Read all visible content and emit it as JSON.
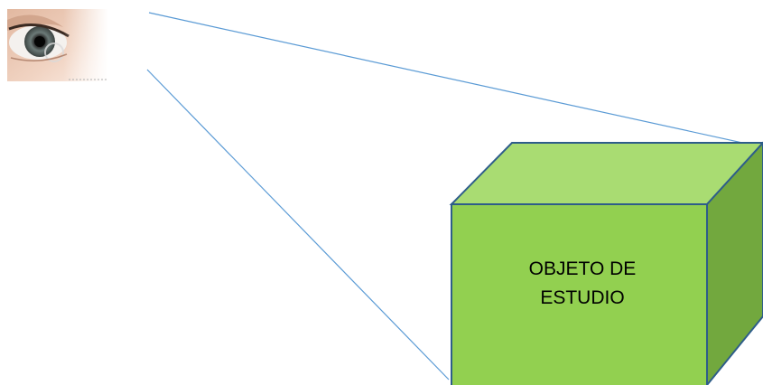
{
  "diagram": {
    "cube": {
      "label_line1": "OBJETO DE",
      "label_line2": "ESTUDIO",
      "front_color": "#92d050",
      "top_color": "#a9dc72",
      "side_color": "#72a83e",
      "edge_color": "#2e5d8a"
    },
    "sight_line_color": "#5b9bd5",
    "eye_icon": "eye-photo"
  }
}
